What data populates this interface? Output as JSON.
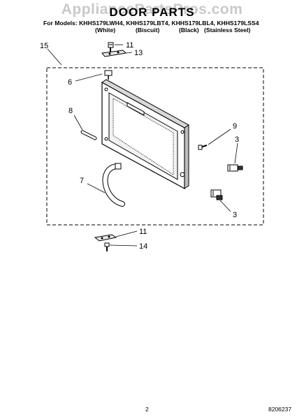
{
  "watermark": "AppliancePartsPros.com",
  "title": "DOOR PARTS",
  "models_line": "For Models: KHHS179LWH4, KHHS179LBT4, KHHS179LBL4, KHHS179LSS4",
  "variants": [
    "(White)",
    "(Biscuit)",
    "(Black)",
    "(Stainless Steel)"
  ],
  "callouts": {
    "top_screw": "11",
    "top_hinge": "13",
    "frame_assembly": "15",
    "door_plug": "6",
    "door_seal": "8",
    "side_screw": "9",
    "upper_latch": "3",
    "lower_latch": "3",
    "choke": "7",
    "bottom_screw": "11",
    "bottom_hinge": "14"
  },
  "footer": {
    "page": "2",
    "code": "8206237"
  }
}
